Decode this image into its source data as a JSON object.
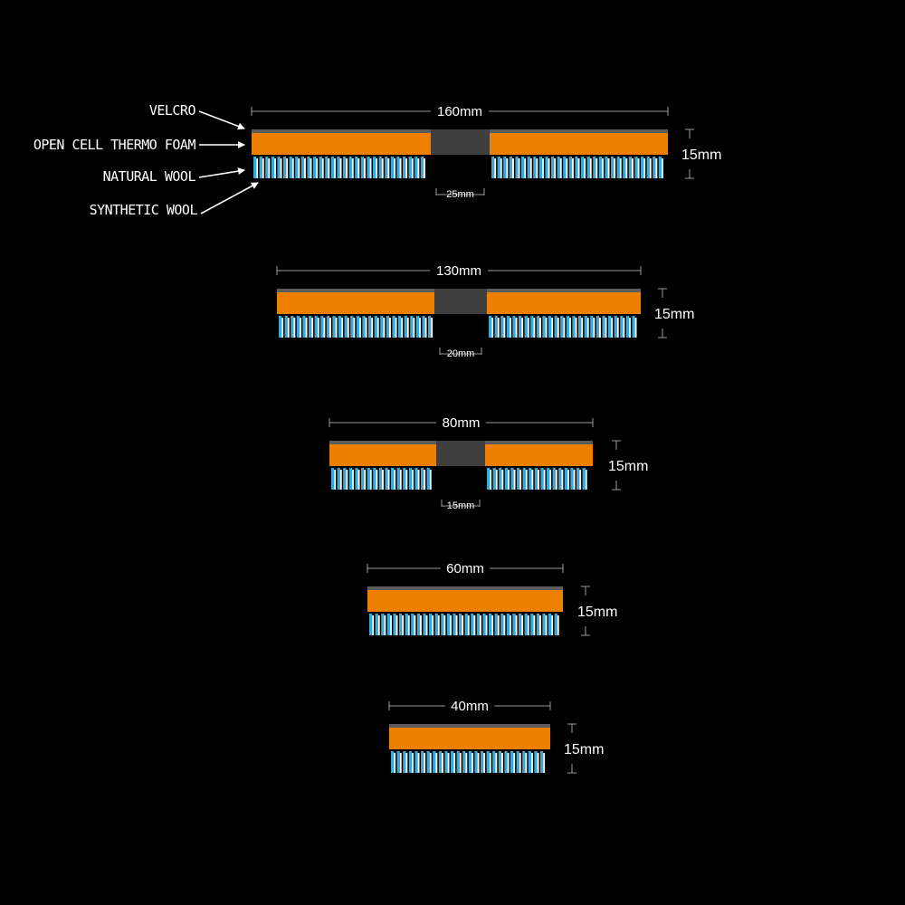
{
  "legend": [
    {
      "label": "VELCRO"
    },
    {
      "label": "OPEN CELL THERMO FOAM"
    },
    {
      "label": "NATURAL WOOL"
    },
    {
      "label": "SYNTHETIC WOOL"
    }
  ],
  "colors": {
    "background": "#000000",
    "foam": "#ee7f00",
    "velcro": "#5c5c5c",
    "gap": "#3f3f3f",
    "natural_wool": "#ffffff",
    "synthetic_wool": "#39a9dc",
    "dimension_line": "#9a9a9a"
  },
  "pads": [
    {
      "id": "pad-160",
      "width_label": "160mm",
      "height_label": "15mm",
      "gap_label": "25mm",
      "has_gap": true
    },
    {
      "id": "pad-130",
      "width_label": "130mm",
      "height_label": "15mm",
      "gap_label": "20mm",
      "has_gap": true
    },
    {
      "id": "pad-80",
      "width_label": "80mm",
      "height_label": "15mm",
      "gap_label": "15mm",
      "has_gap": true
    },
    {
      "id": "pad-60",
      "width_label": "60mm",
      "height_label": "15mm",
      "gap_label": "",
      "has_gap": false
    },
    {
      "id": "pad-40",
      "width_label": "40mm",
      "height_label": "15mm",
      "gap_label": "",
      "has_gap": false
    }
  ]
}
